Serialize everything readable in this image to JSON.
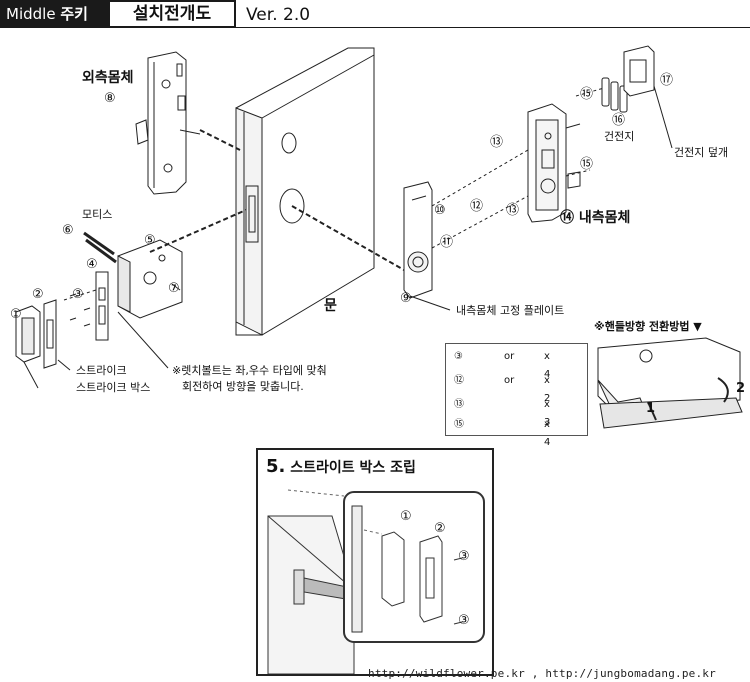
{
  "header": {
    "series": "Middle",
    "series_bold": "주키",
    "title": "설치전개도",
    "version": "Ver. 2.0"
  },
  "labels": {
    "outer_body": "외측몸체",
    "inner_body": "내측몸체",
    "mortise": "모티스",
    "strike": "스트라이크",
    "strike_box": "스트라이크 박스",
    "door": "문",
    "battery": "건전지",
    "battery_cover": "건전지 덮개",
    "plate": "내측몸체 고정 플레이트",
    "latch_note_1": "※렛치볼트는 좌,우수 타입에 맞춰",
    "latch_note_2": "회전하여 방향을 맞춥니다.",
    "handle_note": "※핸들방향 전환방법 ▼"
  },
  "parts": {
    "p1": "①",
    "p2": "②",
    "p3": "③",
    "p4": "④",
    "p5": "⑤",
    "p6": "⑥",
    "p7": "⑦",
    "p8": "⑧",
    "p9": "⑨",
    "p10": "⑩",
    "p11": "⑪",
    "p12": "⑫",
    "p13": "⑬",
    "p14": "⑭",
    "p15": "⑮",
    "p16": "⑯",
    "p17": "⑰"
  },
  "handle_steps": {
    "s1": "1",
    "s2": "2"
  },
  "screws": [
    {
      "num": "③",
      "mid": "or",
      "qty": "x 4"
    },
    {
      "num": "⑫",
      "mid": "or",
      "qty": "x 2"
    },
    {
      "num": "⑬",
      "mid": "",
      "qty": "x 3"
    },
    {
      "num": "⑮",
      "mid": "",
      "qty": "x 4"
    }
  ],
  "section5": {
    "num": "5.",
    "title": "스트라이트 박스 조립",
    "p1": "①",
    "p2": "②",
    "p3a": "③",
    "p3b": "③"
  },
  "footer": "http://wildflower.pe.kr , http://jungbomadang.pe.kr"
}
